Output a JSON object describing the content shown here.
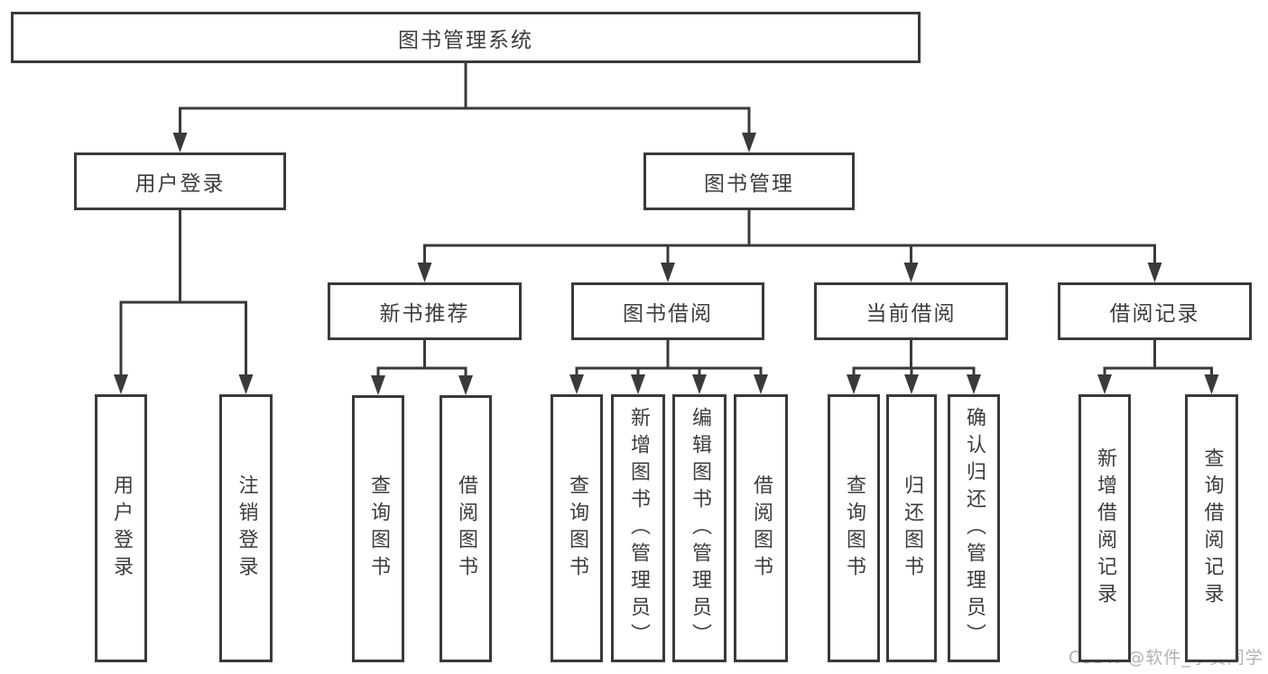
{
  "diagram": {
    "title": "图书管理系统",
    "watermark": "CSDN @软件_小贺同学",
    "colors": {
      "line": "#3a3a3a",
      "text": "#3d3d3d",
      "background": "#ffffff",
      "watermark": "#b3b3b3"
    },
    "nodes": [
      {
        "id": "root",
        "label": "图书管理系统",
        "parent": null,
        "level": 1
      },
      {
        "id": "user-login",
        "label": "用户登录",
        "parent": "root",
        "level": 2
      },
      {
        "id": "book-management",
        "label": "图书管理",
        "parent": "root",
        "level": 2
      },
      {
        "id": "new-book-recommend",
        "label": "新书推荐",
        "parent": "book-management",
        "level": 3
      },
      {
        "id": "book-borrowing",
        "label": "图书借阅",
        "parent": "book-management",
        "level": 3
      },
      {
        "id": "current-borrowing",
        "label": "当前借阅",
        "parent": "book-management",
        "level": 3
      },
      {
        "id": "borrowing-records",
        "label": "借阅记录",
        "parent": "book-management",
        "level": 3
      },
      {
        "id": "user-login-leaf",
        "label": "用户登录",
        "parent": "user-login",
        "level": 4
      },
      {
        "id": "logout",
        "label": "注销登录",
        "parent": "user-login",
        "level": 4
      },
      {
        "id": "query-books-1",
        "label": "查询图书",
        "parent": "new-book-recommend",
        "level": 4
      },
      {
        "id": "borrow-books-1",
        "label": "借阅图书",
        "parent": "new-book-recommend",
        "level": 4
      },
      {
        "id": "query-books-2",
        "label": "查询图书",
        "parent": "book-borrowing",
        "level": 4
      },
      {
        "id": "add-books-admin",
        "label": "新增图书（管理员）",
        "parent": "book-borrowing",
        "level": 4
      },
      {
        "id": "edit-books-admin",
        "label": "编辑图书（管理员）",
        "parent": "book-borrowing",
        "level": 4
      },
      {
        "id": "borrow-books-2",
        "label": "借阅图书",
        "parent": "book-borrowing",
        "level": 4
      },
      {
        "id": "query-books-3",
        "label": "查询图书",
        "parent": "current-borrowing",
        "level": 4
      },
      {
        "id": "return-books",
        "label": "归还图书",
        "parent": "current-borrowing",
        "level": 4
      },
      {
        "id": "confirm-return-admin",
        "label": "确认归还（管理员）",
        "parent": "current-borrowing",
        "level": 4
      },
      {
        "id": "add-borrow-record",
        "label": "新增借阅记录",
        "parent": "borrowing-records",
        "level": 4
      },
      {
        "id": "query-borrow-record",
        "label": "查询借阅记录",
        "parent": "borrowing-records",
        "level": 4
      }
    ]
  }
}
